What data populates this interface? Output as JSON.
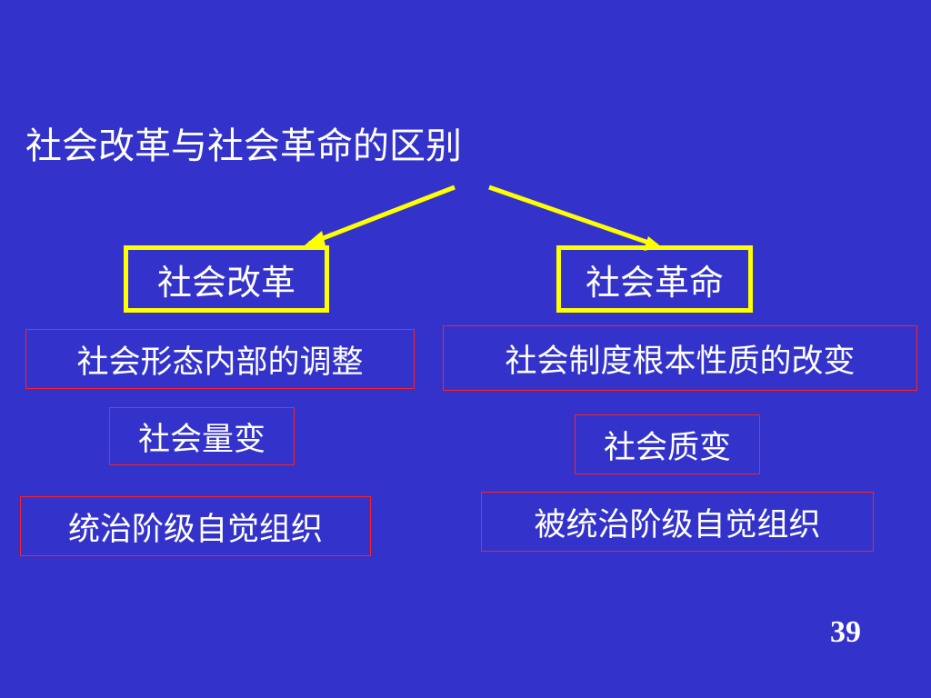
{
  "slide": {
    "background": "#3333cc",
    "accent_color": "#ffff00",
    "box_border_color": "#ff2020",
    "title": "社会改革与社会革命的区别",
    "page_number": "39"
  },
  "left": {
    "heading": "社会改革",
    "items": [
      "社会形态内部的调整",
      "社会量变",
      "统治阶级自觉组织"
    ]
  },
  "right": {
    "heading": "社会革命",
    "items": [
      "社会制度根本性质的改变",
      "社会质变",
      "被统治阶级自觉组织"
    ]
  },
  "arrows": [
    {
      "from": "title",
      "to": "left-heading",
      "icon": "arrow-icon"
    },
    {
      "from": "title",
      "to": "right-heading",
      "icon": "arrow-icon"
    }
  ]
}
